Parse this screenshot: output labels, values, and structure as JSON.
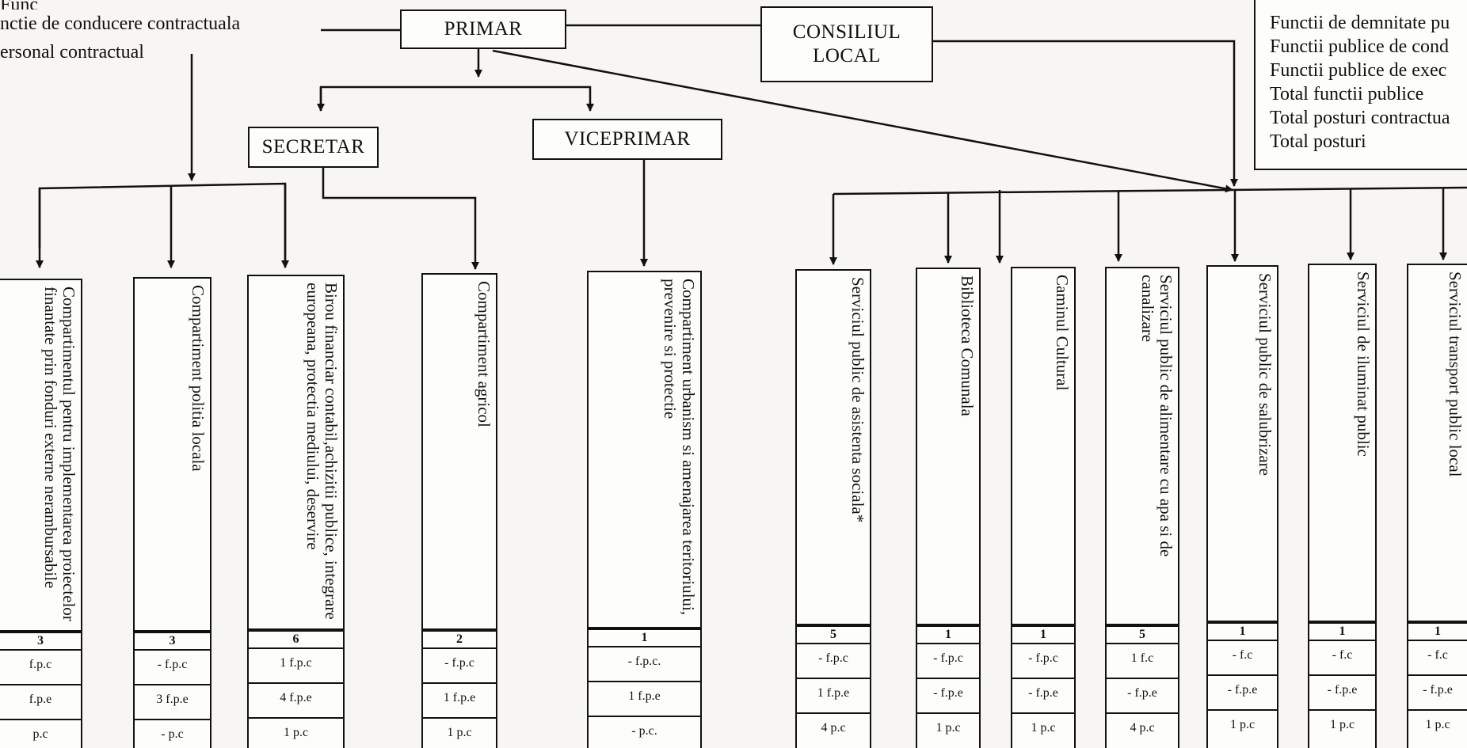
{
  "legend_left": {
    "line_1": "Func",
    "line_2": "nctie de conducere contractuala",
    "line_3": "ersonal contractual"
  },
  "legend_right": {
    "items": [
      "Functii de demnitate pu",
      "Functii publice de cond",
      "Functii publice de exec",
      "Total functii publice",
      "Total posturi contractua",
      "Total posturi"
    ]
  },
  "nodes": {
    "primar": "PRIMAR",
    "consiliul_local_1": "CONSILIUL",
    "consiliul_local_2": "LOCAL",
    "secretar": "SECRETAR",
    "viceprimar": "VICEPRIMAR"
  },
  "departments": [
    {
      "title": "Compartimentul pentru implementarea proiectelor finantate prin fonduri externe nerambursabile",
      "total": "3",
      "rows": [
        "f.p.c",
        "f.p.e",
        "p.c"
      ]
    },
    {
      "title": "Compartiment politia locala",
      "total": "3",
      "rows": [
        "- f.p.c",
        "3 f.p.e",
        "- p.c"
      ]
    },
    {
      "title": "Birou financiar contabil,achizitii publice, integrare europeana, protectia mediului, deservire",
      "total": "6",
      "rows": [
        "1 f.p.c",
        "4 f.p.e",
        "1 p.c"
      ]
    },
    {
      "title": "Compartiment agricol",
      "total": "2",
      "rows": [
        "- f.p.c",
        "1 f.p.e",
        "1 p.c"
      ]
    },
    {
      "title": "Compartiment urbanism si amenajarea teritoriului, prevenire si protectie",
      "total": "1",
      "rows": [
        "- f.p.c.",
        "1 f.p.e",
        "- p.c."
      ]
    },
    {
      "title": "Serviciul public de asistenta sociala*",
      "total": "5",
      "rows": [
        "- f.p.c",
        "1 f.p.e",
        "4 p.c"
      ]
    },
    {
      "title": "Biblioteca Comunala",
      "total": "1",
      "rows": [
        "- f.p.c",
        "- f.p.e",
        "1 p.c"
      ]
    },
    {
      "title": "Caminul Cultural",
      "total": "1",
      "rows": [
        "- f.p.c",
        "- f.p.e",
        "1 p.c"
      ]
    },
    {
      "title": "Serviciul public de alimentare cu apa si de canalizare",
      "total": "5",
      "rows": [
        "1 f.c",
        "- f.p.e",
        "4 p.c"
      ]
    },
    {
      "title": "Serviciul public de salubrizare",
      "total": "1",
      "rows": [
        "- f.c",
        "- f.p.e",
        "1 p.c"
      ]
    },
    {
      "title": "Serviciul de iluminat public",
      "total": "1",
      "rows": [
        "- f.c",
        "- f.p.e",
        "1 p.c"
      ]
    },
    {
      "title": "Serviciul transport public local",
      "total": "1",
      "rows": [
        "- f.c",
        "- f.p.e",
        "1 p.c"
      ]
    }
  ]
}
